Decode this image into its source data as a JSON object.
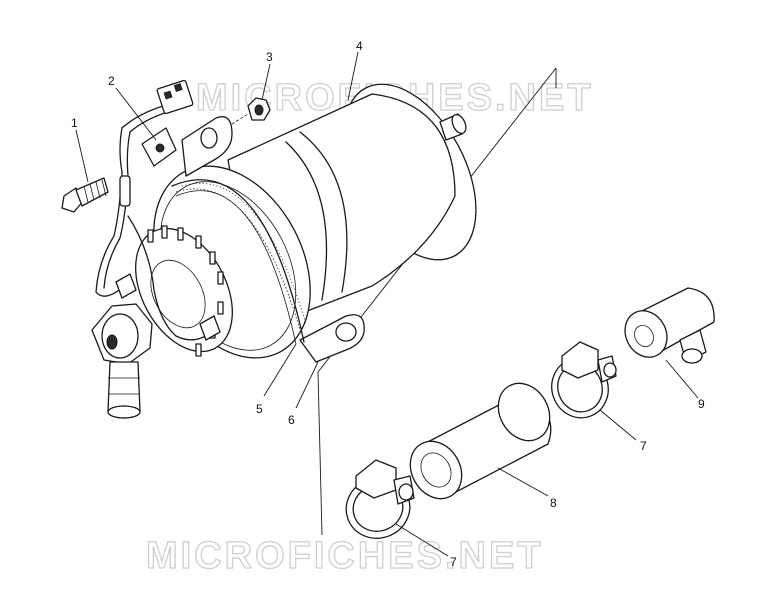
{
  "watermark": {
    "top": "MICROFICHES.NET",
    "bottom": "MICROFICHES.NET"
  },
  "callouts": {
    "c1": "1",
    "c2": "2",
    "c3": "3",
    "c4": "4",
    "c5": "5",
    "c6": "6",
    "c7a": "7",
    "c7b": "7",
    "c8": "8",
    "c9": "9"
  }
}
